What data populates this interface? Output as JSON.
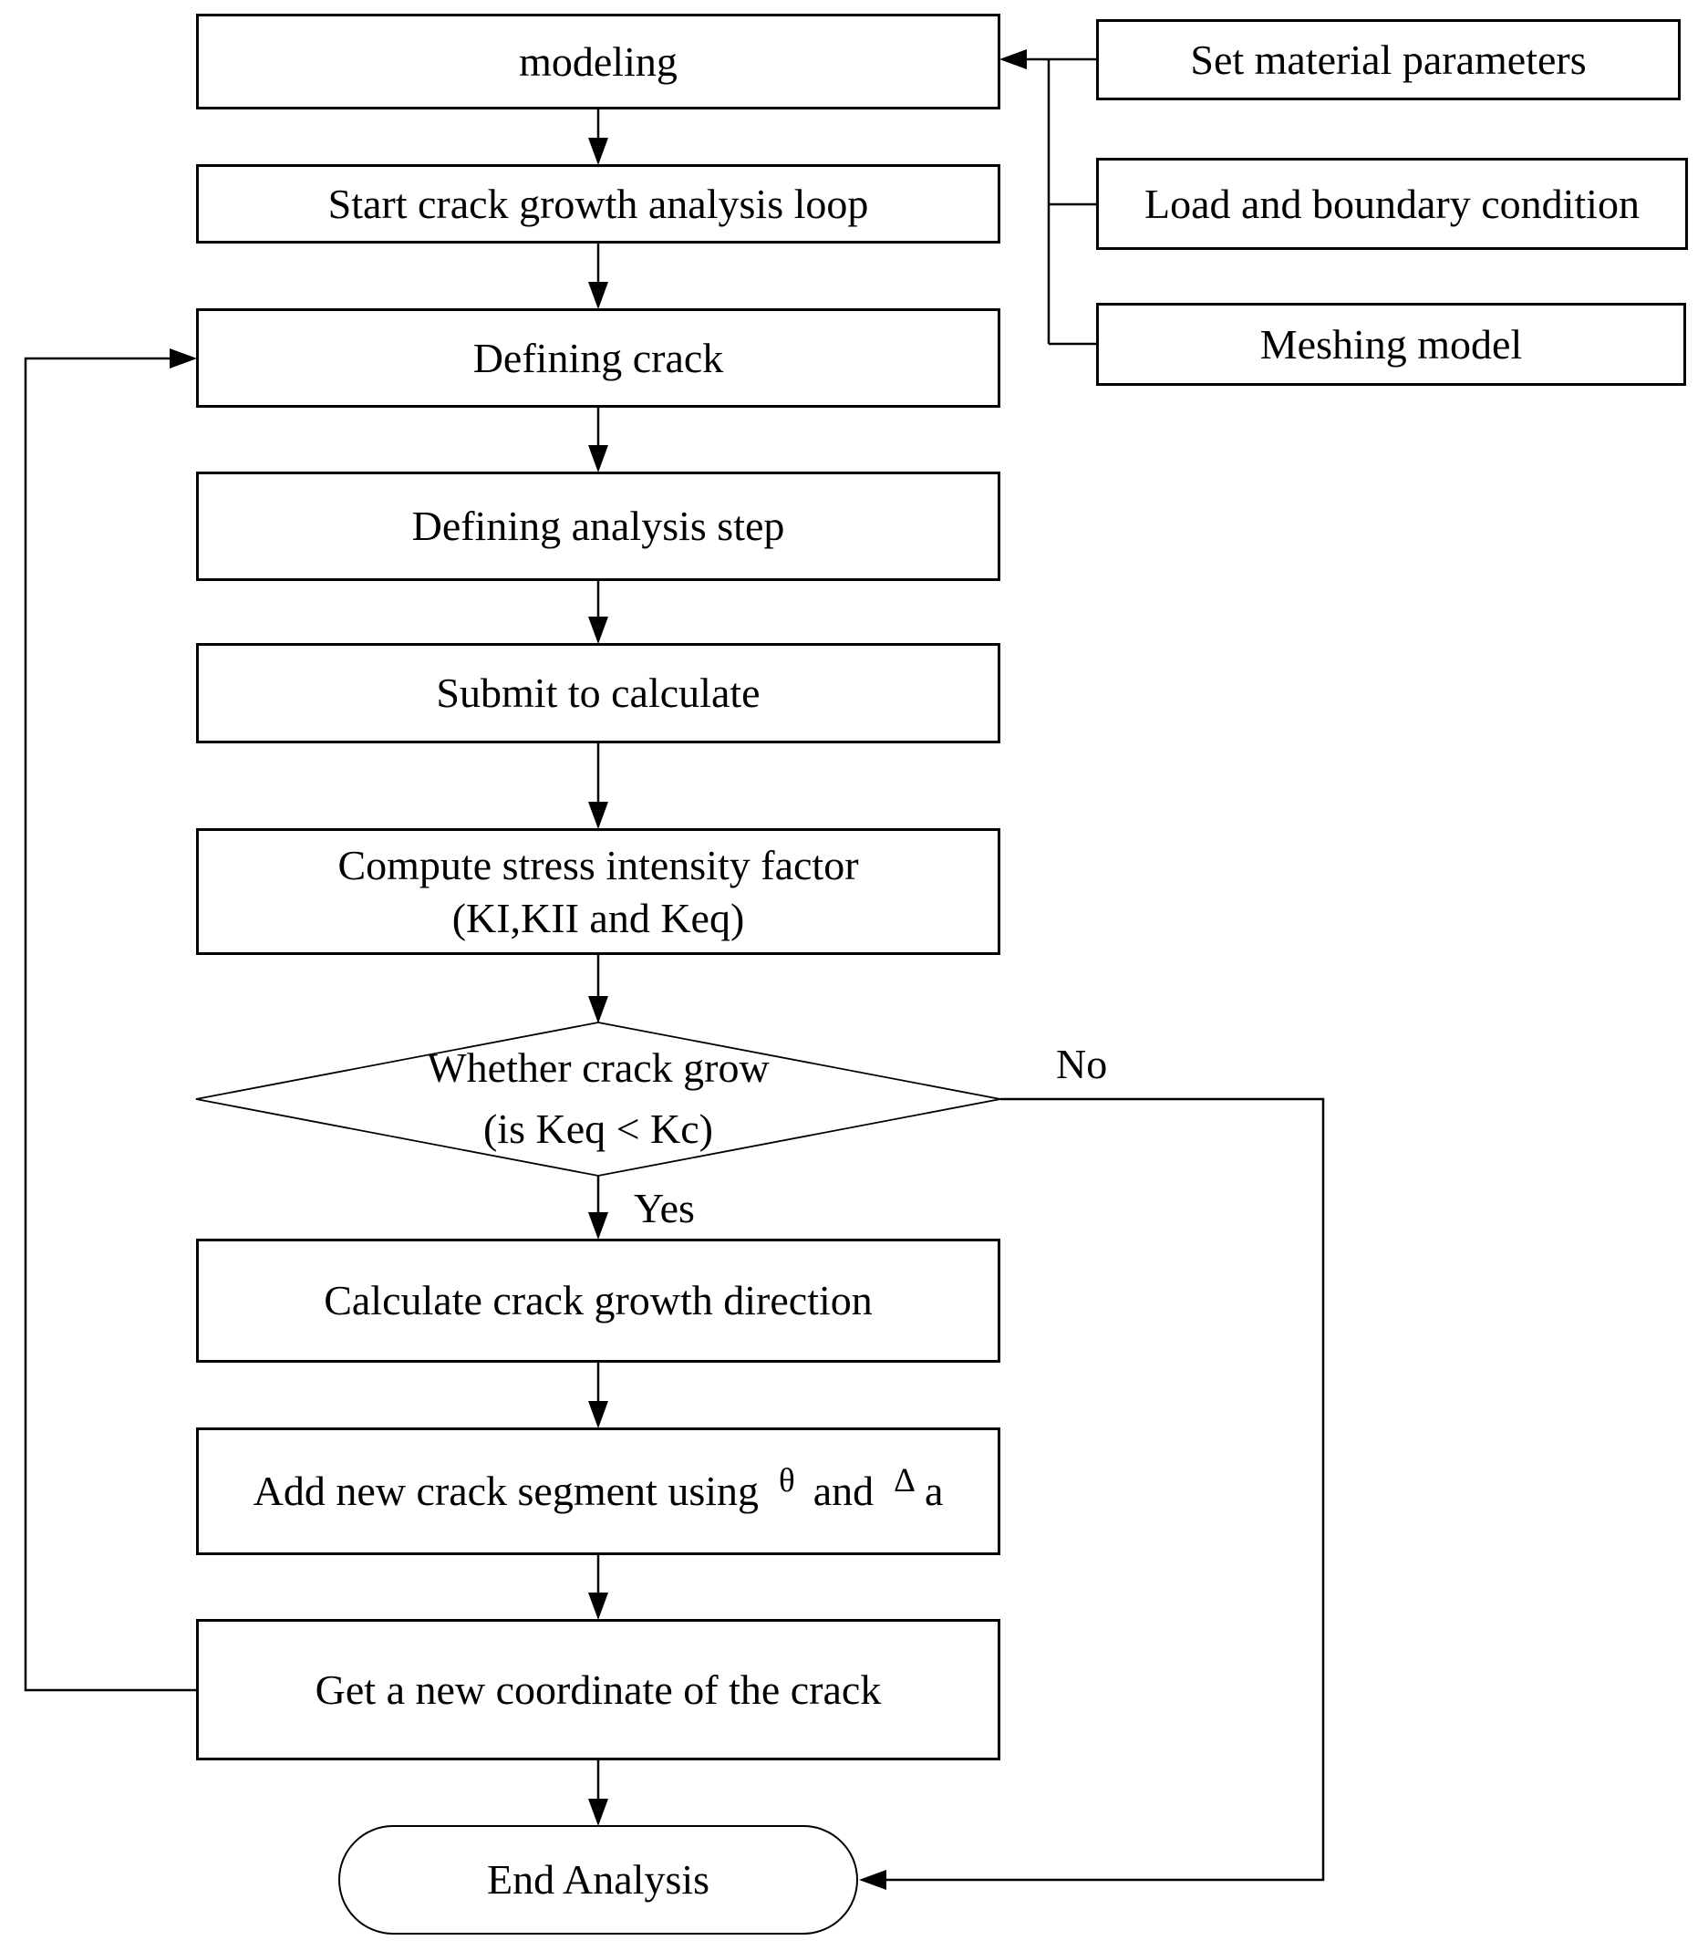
{
  "flowchart": {
    "nodes": {
      "modeling": {
        "label": "modeling"
      },
      "start_loop": {
        "label": "Start crack growth analysis loop"
      },
      "defining_crack": {
        "label": "Defining crack"
      },
      "defining_analysis_step": {
        "label": "Defining analysis step"
      },
      "submit_to_calculate": {
        "label": "Submit to calculate"
      },
      "compute_sif": {
        "line1": "Compute stress intensity factor",
        "line2": "(KI,KII and Keq)"
      },
      "decision": {
        "line1": "Whether crack grow",
        "line2": "(is Keq < Kc)"
      },
      "calc_direction": {
        "label": "Calculate crack growth direction"
      },
      "add_segment": {
        "prefix": "Add new crack segment using",
        "theta": "θ",
        "conjunction": "and",
        "delta": "Δ",
        "suffix": "a"
      },
      "get_coordinate": {
        "label": "Get a new coordinate of the crack"
      },
      "end_analysis": {
        "label": "End Analysis"
      },
      "set_material": {
        "label": "Set material parameters"
      },
      "load_boundary": {
        "label": "Load and boundary condition"
      },
      "meshing_model": {
        "label": "Meshing model"
      }
    },
    "edge_labels": {
      "yes": "Yes",
      "no": "No"
    },
    "colors": {
      "line": "#000000",
      "background": "#ffffff",
      "text": "#000000"
    }
  }
}
